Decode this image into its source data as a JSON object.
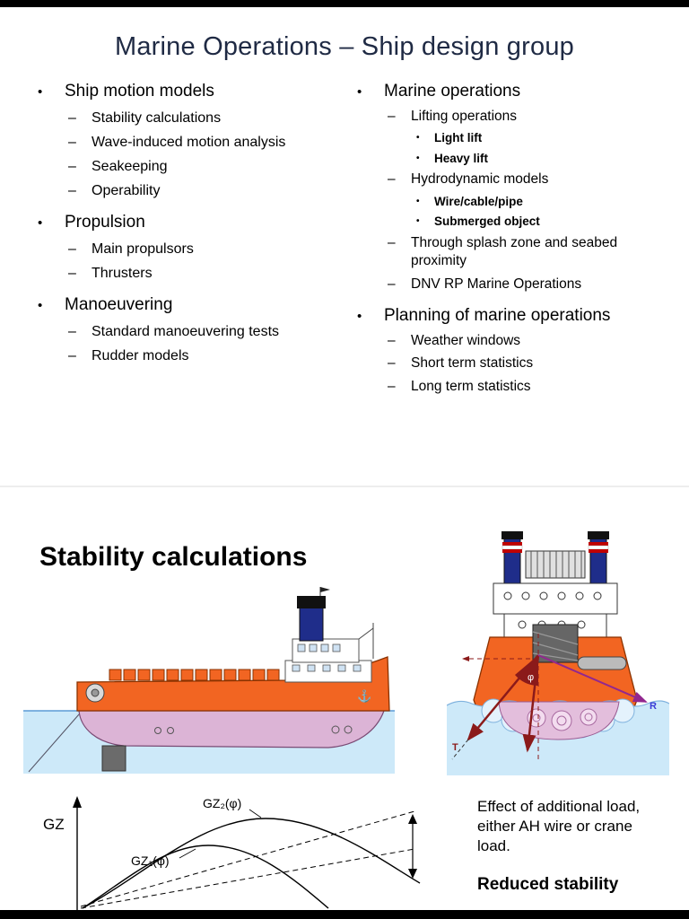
{
  "slide1": {
    "title": "Marine Operations – Ship design group",
    "bullets": {
      "1": "•",
      "2": "–",
      "3": "•"
    },
    "left_column": [
      {
        "level": 1,
        "text": "Ship motion models"
      },
      {
        "level": 2,
        "text": "Stability calculations"
      },
      {
        "level": 2,
        "text": "Wave-induced motion analysis"
      },
      {
        "level": 2,
        "text": "Seakeeping"
      },
      {
        "level": 2,
        "text": "Operability"
      },
      {
        "level": 1,
        "text": "Propulsion"
      },
      {
        "level": 2,
        "text": "Main propulsors"
      },
      {
        "level": 2,
        "text": "Thrusters"
      },
      {
        "level": 1,
        "text": "Manoeuvering"
      },
      {
        "level": 2,
        "text": "Standard manoeuvering tests"
      },
      {
        "level": 2,
        "text": "Rudder models"
      }
    ],
    "right_column": [
      {
        "level": 1,
        "text": "Marine operations"
      },
      {
        "level": 2,
        "text": "Lifting operations"
      },
      {
        "level": 3,
        "text": "Light lift"
      },
      {
        "level": 3,
        "text": "Heavy lift"
      },
      {
        "level": 2,
        "text": "Hydrodynamic models"
      },
      {
        "level": 3,
        "text": "Wire/cable/pipe"
      },
      {
        "level": 3,
        "text": "Submerged object"
      },
      {
        "level": 2,
        "text": "Through splash zone and seabed proximity"
      },
      {
        "level": 2,
        "text": "DNV RP Marine Operations"
      },
      {
        "level": 1,
        "text": "Planning of marine operations"
      },
      {
        "level": 2,
        "text": "Weather windows"
      },
      {
        "level": 2,
        "text": "Short term statistics"
      },
      {
        "level": 2,
        "text": "Long term statistics"
      }
    ]
  },
  "slide2": {
    "title": "Stability calculations",
    "caption": {
      "line1": "Effect of additional load, either AH wire or crane load.",
      "line2": "Reduced stability"
    },
    "gz_plot": {
      "type": "line",
      "y_axis_label": "GZ",
      "curves": [
        {
          "label": "GZ₁(φ)"
        },
        {
          "label": "GZ₂(φ)"
        }
      ]
    },
    "stern_view": {
      "phi_label": "φ",
      "r_label": "R",
      "t_label": "T"
    },
    "side_view": {
      "anchor_glyph": "⚓"
    },
    "colors": {
      "hull_orange": "#F26522",
      "underwater_pink": "#DCB4D6",
      "water_blue": "#CDE9F9",
      "funnel_blue": "#1F2D8A",
      "load_line_red": "#8B1A1A",
      "result_arrow_magenta": "#92278F"
    }
  }
}
